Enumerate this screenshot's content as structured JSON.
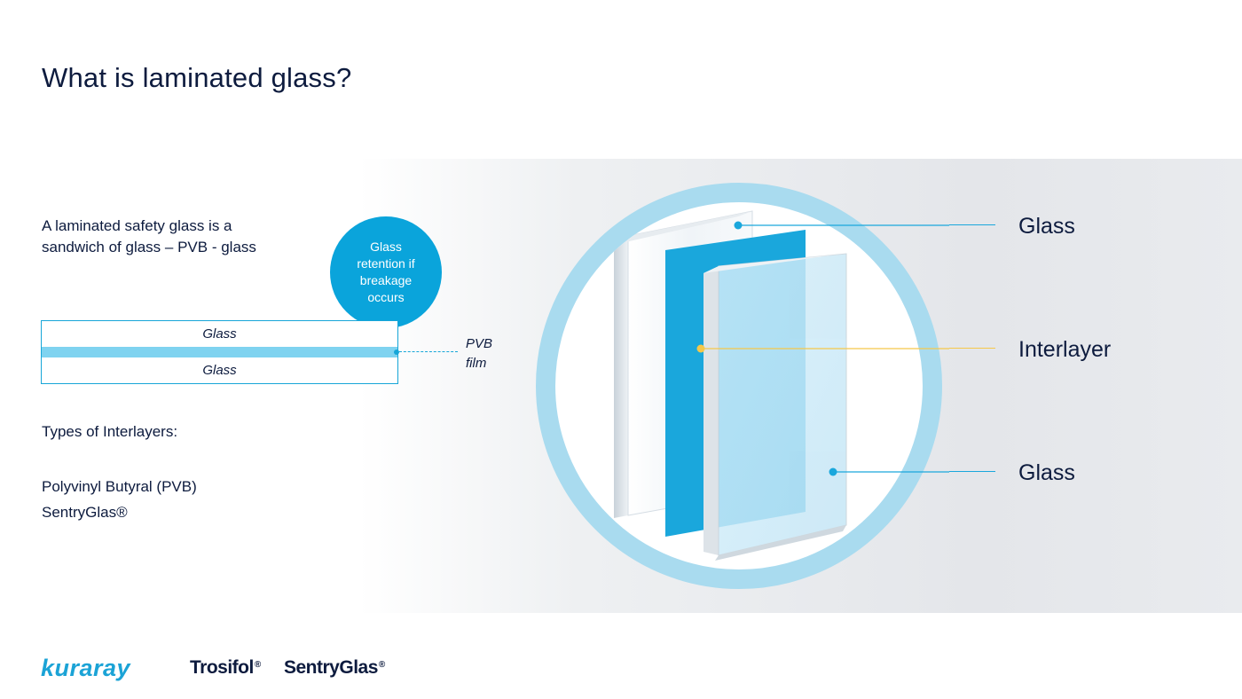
{
  "title": "What is laminated glass?",
  "intro": {
    "line1": "A laminated safety glass is a",
    "line2": "sandwich of glass – PVB - glass"
  },
  "bubble": {
    "line1": "Glass",
    "line2": "retention if",
    "line3": "breakage",
    "line4": "occurs"
  },
  "stack": {
    "top_label": "Glass",
    "bottom_label": "Glass",
    "pvb_label_line1": "PVB",
    "pvb_label_line2": "film"
  },
  "types": {
    "heading": "Types of Interlayers:",
    "items": [
      "Polyvinyl Butyral (PVB)",
      "SentryGlas®"
    ]
  },
  "callouts": {
    "top": "Glass",
    "middle": "Interlayer",
    "bottom": "Glass"
  },
  "footer": {
    "brand": "kuraray",
    "product1": "Trosifol",
    "product2": "SentryGlas",
    "registered": "®"
  },
  "colors": {
    "accent": "#0aa4db",
    "ring": "#a9dbef",
    "interlayer": "#1aa7dc",
    "interlayer_line": "#f5c84a",
    "text": "#0d1b3e"
  }
}
